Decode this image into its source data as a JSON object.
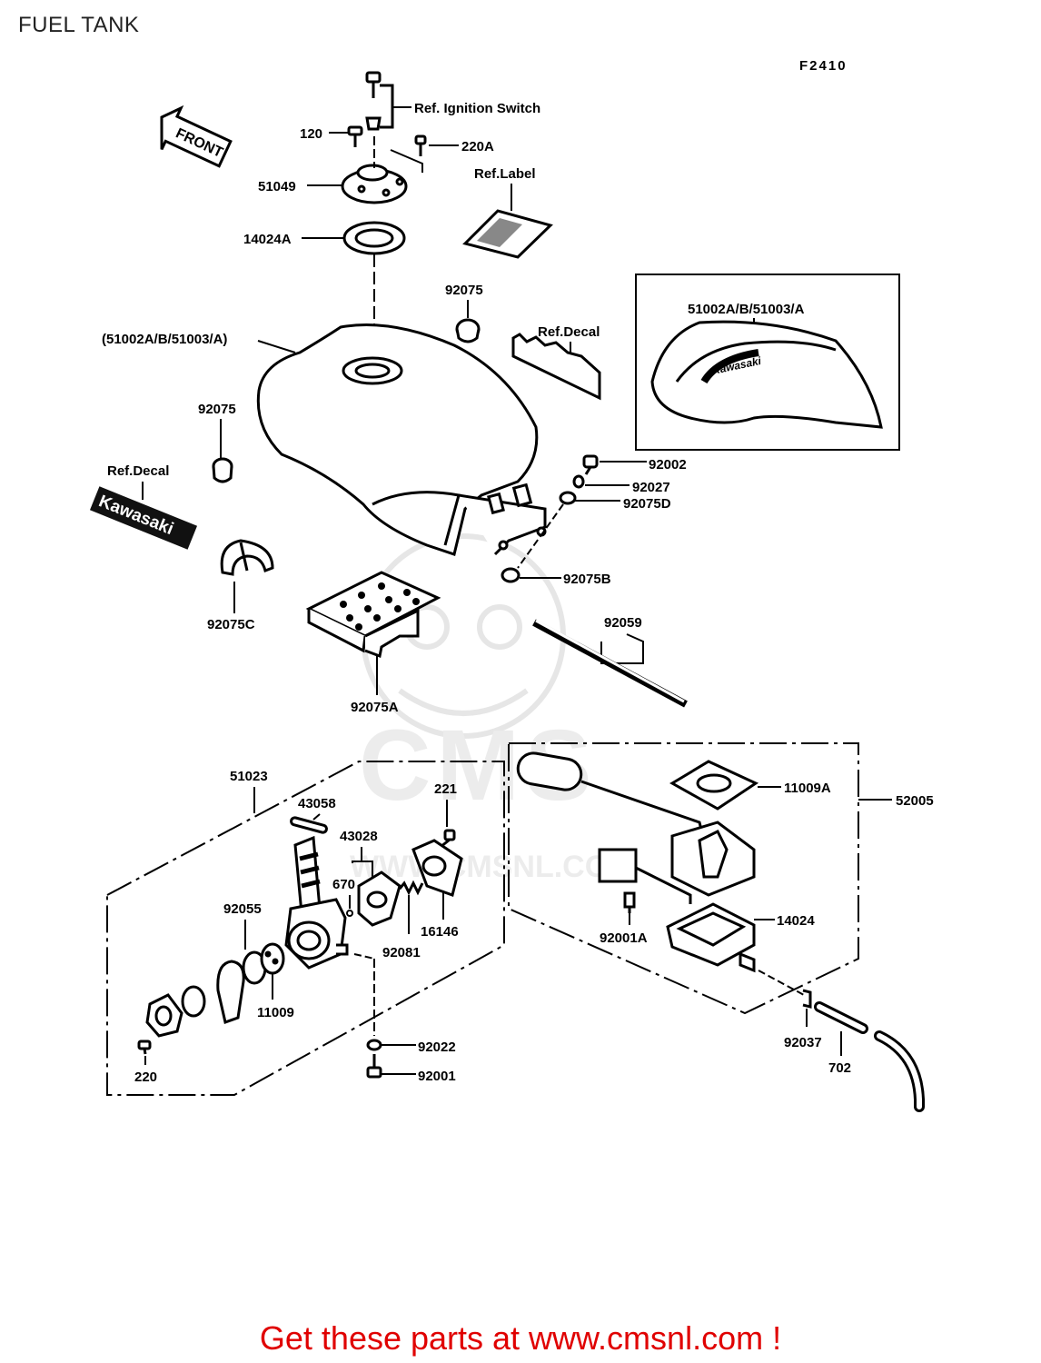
{
  "page": {
    "title": "FUEL TANK",
    "figure_code": "F2410",
    "footer_link": "Get these parts at www.cmsnl.com !",
    "watermark": "CMS",
    "watermark_url": "WWW.CMSNL.COM",
    "accent_color": "#e00000"
  },
  "arrow": {
    "label": "FRONT"
  },
  "refs": {
    "ignition_switch": "Ref. Ignition Switch",
    "label": "Ref.Label",
    "decal_right": "Ref.Decal",
    "decal_left": "Ref.Decal",
    "decal_left_text": "Kawasaki",
    "inset_tank_text": "Kawasaki"
  },
  "parts": {
    "p120": "120",
    "p220A": "220A",
    "p51049": "51049",
    "p14024A": "14024A",
    "p92075_top": "92075",
    "p51002_paren": "(51002A/B/51003/A)",
    "p92075_left": "92075",
    "p51002_inset": "51002A/B/51003/A",
    "p92002": "92002",
    "p92027": "92027",
    "p92075D": "92075D",
    "p92075B": "92075B",
    "p92075C": "92075C",
    "p92059": "92059",
    "p92075A": "92075A",
    "p51023": "51023",
    "p43058": "43058",
    "p221": "221",
    "p43028": "43028",
    "p670": "670",
    "p92055": "92055",
    "p16146": "16146",
    "p92081": "92081",
    "p11009": "11009",
    "p220": "220",
    "p92022": "92022",
    "p92001": "92001",
    "p11009A": "11009A",
    "p52005": "52005",
    "p92001A": "92001A",
    "p14024": "14024",
    "p92037": "92037",
    "p702": "702"
  }
}
